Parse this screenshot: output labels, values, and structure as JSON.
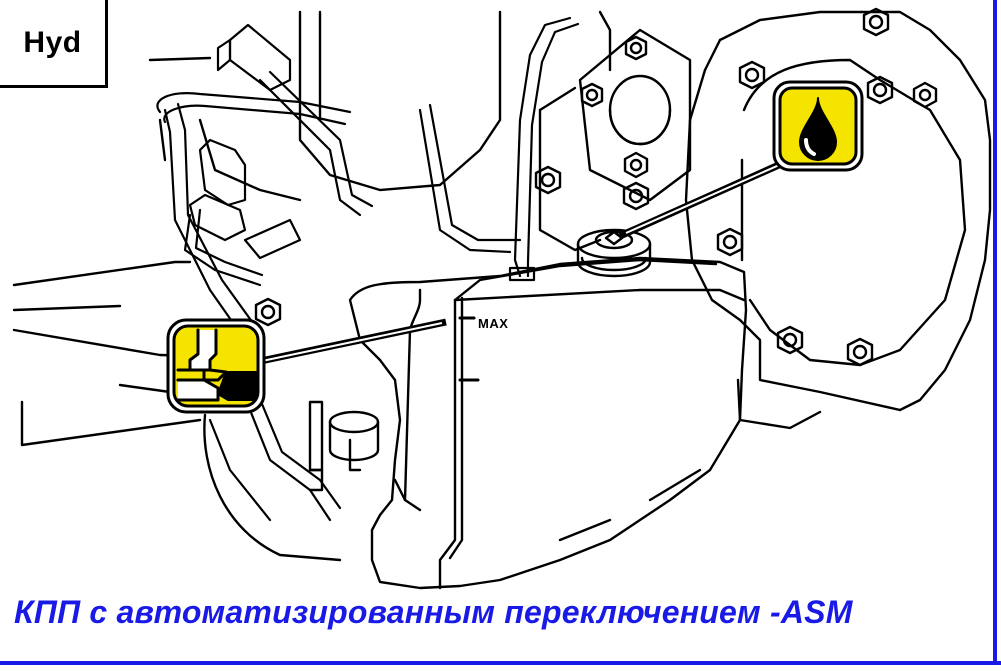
{
  "badge": {
    "label": "Hyd"
  },
  "tank": {
    "max_mark_label": "MAX"
  },
  "icons": {
    "oil": {
      "name": "oil-drop-icon",
      "fill": "#f5e400",
      "drop": "#000000"
    },
    "hydraulic": {
      "name": "hydraulic-fluid-icon",
      "fill": "#f5e400",
      "fluid": "#000000"
    }
  },
  "caption": {
    "text": "КПП с автоматизированным переключением -ASM"
  },
  "colors": {
    "caption": "#1a1ae6",
    "frame_lines": "#1a1ae6",
    "icon_yellow": "#f5e400",
    "line_art": "#000000"
  }
}
